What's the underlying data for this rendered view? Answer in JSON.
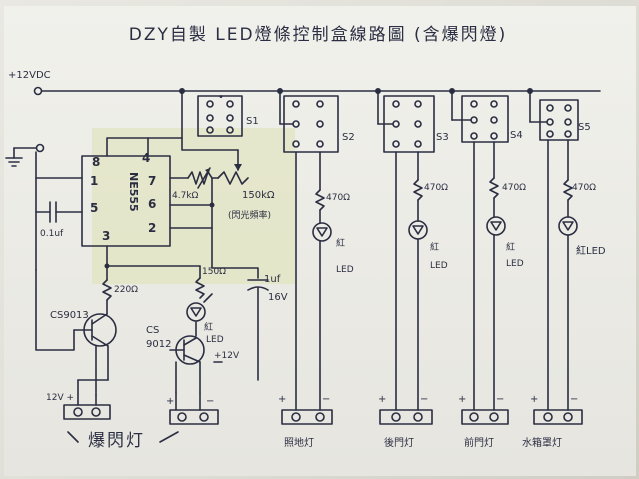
{
  "title": "DZY自製 LED燈條控制盒線路圖 (含爆閃燈)",
  "power": {
    "vcc": "+12VDC"
  },
  "ic": {
    "name": "NE555",
    "pins": {
      "p8": "8",
      "p4": "4",
      "p1": "1",
      "p7": "7",
      "p5": "5",
      "p6": "6",
      "p3": "3",
      "p2": "2"
    }
  },
  "components": {
    "cap_small": "0.1uf",
    "res_47k": "4.7kΩ",
    "res_150k": "150kΩ",
    "res_150k_note": "(閃光頻率)",
    "res_220": "220Ω",
    "res_150": "150Ω",
    "cap_big": "1uf",
    "cap_big_v": "16V",
    "q1": "CS9013",
    "q2_a": "CS",
    "q2_b": "9012",
    "q2_led_a": "紅",
    "q2_led_b": "LED",
    "q2_out": "+12V"
  },
  "switches": {
    "s1": "S1",
    "s2": "S2",
    "s3": "S3",
    "s4": "S4",
    "s5": "S5",
    "dot": "•"
  },
  "leds": {
    "r": "470Ω",
    "led1_a": "紅",
    "led1_b": "LED",
    "led2_a": "紅",
    "led2_b": "LED",
    "led3_a": "紅",
    "led3_b": "LED",
    "led4": "紅LED"
  },
  "outputs": {
    "flash_pol": "12V +",
    "flash_label": "爆閃灯",
    "plus": "+",
    "minus": "−",
    "out2": "照地灯",
    "out3": "後門灯",
    "out4": "前門灯",
    "out5": "水箱罩灯"
  }
}
